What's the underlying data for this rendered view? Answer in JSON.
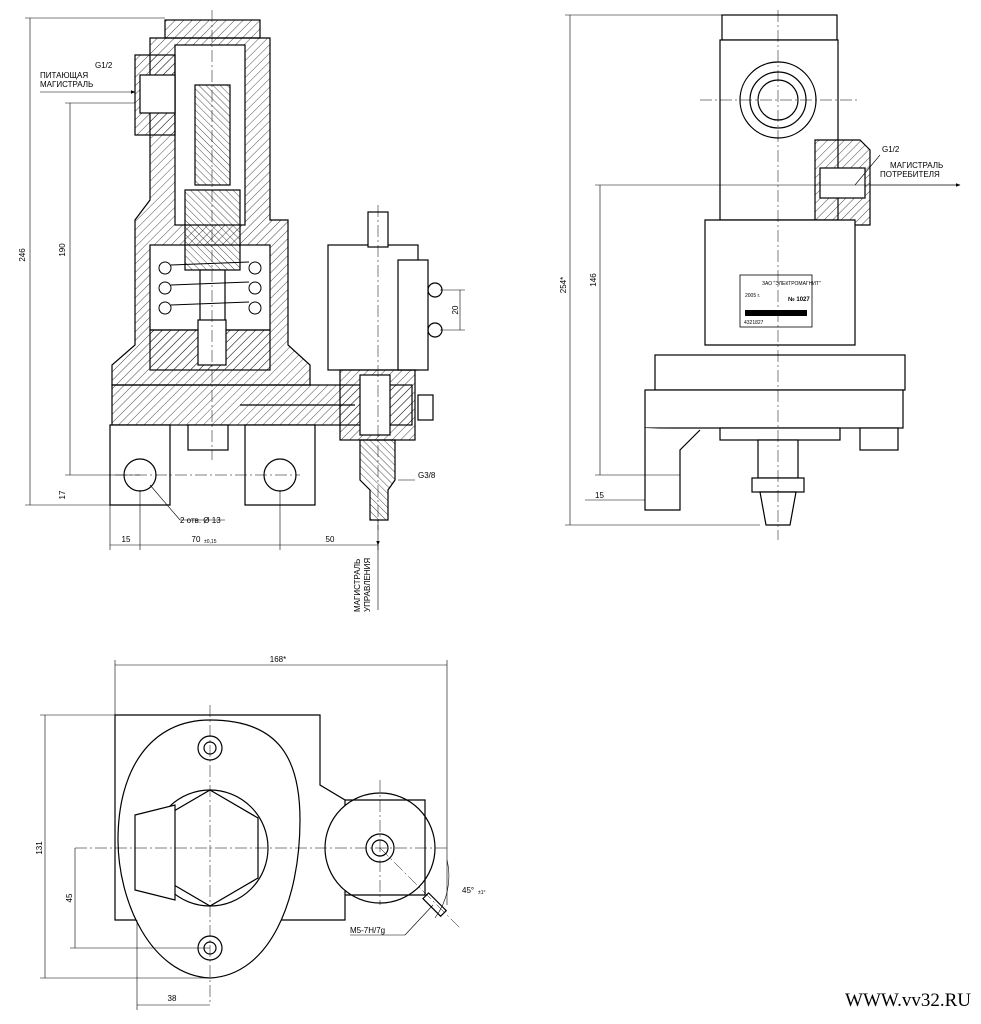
{
  "drawing": {
    "front_view": {
      "dims": {
        "height_total": "246",
        "height_inlet": "190",
        "height_base": "17",
        "width_left": "15",
        "width_center": "70",
        "width_center_tol": "±0,15",
        "width_right": "50",
        "signal_gap": "20"
      },
      "callouts": {
        "thread_inlet": "G1/2",
        "supply_line_1": "ПИТАЮЩАЯ",
        "supply_line_2": "МАГИСТРАЛЬ",
        "holes": "2 отв. Ø 13",
        "thread_control": "G3/8",
        "control_line_1": "МАГИСТРАЛЬ",
        "control_line_2": "УПРАВЛЕНИЯ"
      }
    },
    "side_view": {
      "dims": {
        "height_total": "254*",
        "height_outlet": "146",
        "base": "15"
      },
      "callouts": {
        "thread_outlet": "G1/2",
        "consumer_line_1": "МАГИСТРАЛЬ",
        "consumer_line_2": "ПОТРЕБИТЕЛЯ"
      },
      "nameplate": {
        "maker": "ЗАО \"ЭЛЕКТРОМАГНИТ\"",
        "year": "2005 г.",
        "number": "№ 1027",
        "code": "4321827"
      }
    },
    "top_view": {
      "dims": {
        "width_total": "168*",
        "height_total": "131",
        "offset_y": "45",
        "offset_x": "38",
        "angle": "45°",
        "angle_tol": "±1°"
      },
      "callouts": {
        "thread": "M5-7H/7g"
      }
    }
  },
  "website": "WWW.vv32.RU"
}
